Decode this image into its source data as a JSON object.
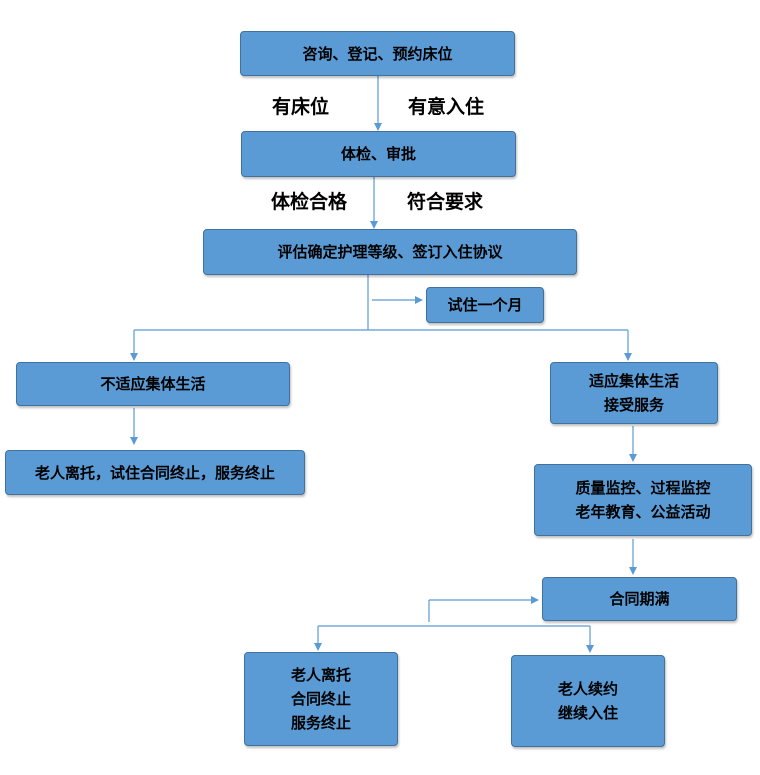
{
  "nodes": {
    "consult": "咨询、登记、预约床位",
    "exam": "体检、审批",
    "assess": "评估确定护理等级、签订入住协议",
    "trial": "试住一个月",
    "unsuitable": "不适应集体生活",
    "leave_trial": "老人离托，试住合同终止，服务终止",
    "suitable": [
      "适应集体生活",
      "接受服务"
    ],
    "monitor": [
      "质量监控、过程监控",
      "老年教育、公益活动"
    ],
    "expire": "合同期满",
    "leave_end": [
      "老人离托",
      "合同终止",
      "服务终止"
    ],
    "renew": [
      "老人续约",
      "继续入住"
    ]
  },
  "edge_labels": {
    "has_bed": "有床位",
    "intend": "有意入住",
    "exam_pass": "体检合格",
    "meets_req": "符合要求"
  },
  "colors": {
    "box_fill": "#5b9bd5",
    "box_border": "#41719c",
    "line": "#5b9bd5"
  }
}
